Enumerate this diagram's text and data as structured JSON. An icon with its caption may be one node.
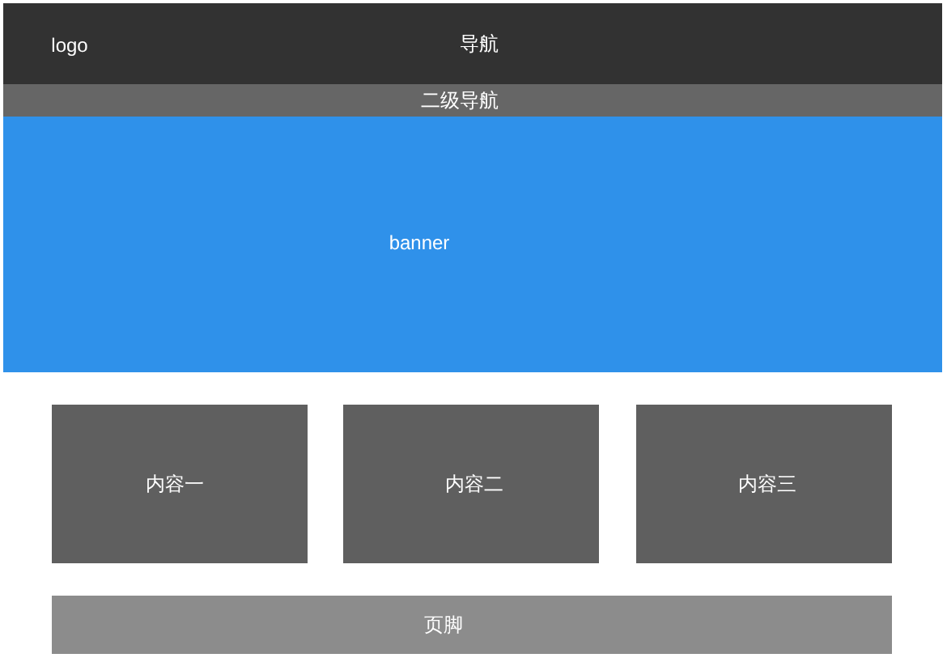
{
  "diagram": {
    "nodes": [
      {
        "text": [
          "logo",
          "导航"
        ]
      },
      {
        "text": [
          "二级导航"
        ]
      },
      {
        "text": [
          "banner"
        ]
      },
      {
        "text": [
          "内容一"
        ]
      },
      {
        "text": [
          "内容二"
        ]
      },
      {
        "text": [
          "内容三"
        ]
      },
      {
        "text": [
          "页脚"
        ]
      }
    ]
  }
}
